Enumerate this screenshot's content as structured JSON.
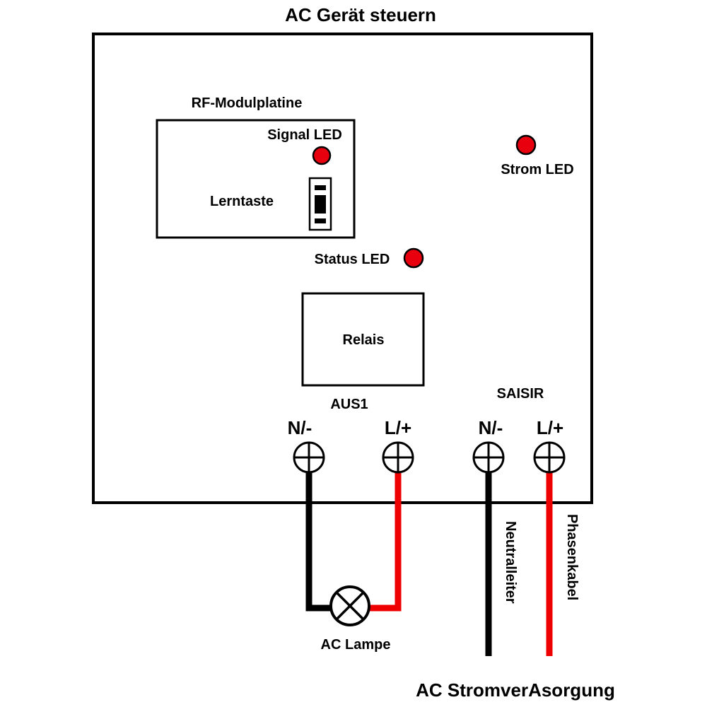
{
  "diagram": {
    "title": "AC Gerät steuern",
    "rf_module": {
      "label": "RF-Modulplatine",
      "signal_led_label": "Signal LED",
      "learn_button_label": "Lerntaste"
    },
    "power_led_label": "Strom LED",
    "status_led_label": "Status LED",
    "relay_label": "Relais",
    "output_label": "AUS1",
    "input_label": "SAISIR",
    "terminals": {
      "out_n": "N/-",
      "out_l": "L/+",
      "in_n": "N/-",
      "in_l": "L/+"
    },
    "neutral_wire_label": "Neutralleiter",
    "phase_wire_label": "Phasenkabel",
    "lamp_label": "AC Lampe",
    "supply_label": "AC StromverAsorgung",
    "colors": {
      "led": "#e8000f",
      "phase_wire": "#ee0000",
      "neutral_wire": "#000000",
      "outline": "#000000"
    }
  }
}
